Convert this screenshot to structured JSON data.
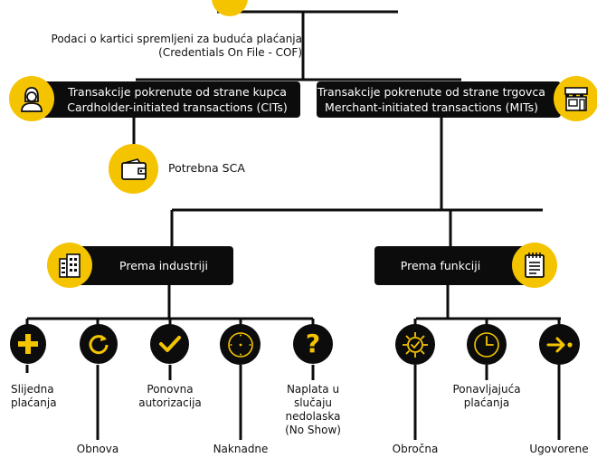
{
  "cof": {
    "line1": "Podaci o kartici spremljeni za buduća plaćanja",
    "line2": "(Credentials On File - COF)"
  },
  "cit": {
    "line1": "Transakcije pokrenute od strane kupca",
    "line2": "Cardholder-initiated transactions (CITs)",
    "icon": "cardholder-icon"
  },
  "mit": {
    "line1": "Transakcije pokrenute od strane trgovca",
    "line2": "Merchant-initiated transactions (MITs)",
    "icon": "store-icon"
  },
  "sca": {
    "label": "Potrebna SCA",
    "icon": "wallet-icon"
  },
  "industry": {
    "label": "Prema industriji",
    "icon": "building-icon"
  },
  "function": {
    "label": "Prema funkciji",
    "icon": "notepad-icon"
  },
  "industry_items": {
    "incremental": {
      "line1": "Slijedna",
      "line2": "plaćanja",
      "icon": "plus-icon"
    },
    "renewal": {
      "label": "Obnova",
      "icon": "refresh-icon"
    },
    "reauth": {
      "line1": "Ponovna",
      "line2": "autorizacija",
      "icon": "check-icon"
    },
    "delayed": {
      "label": "Naknadne",
      "icon": "clock-icon"
    },
    "noshow": {
      "line1": "Naplata u",
      "line2": "slučaju",
      "line3": "nedolaska",
      "line4": "(No Show)",
      "icon": "question-icon"
    }
  },
  "function_items": {
    "installment": {
      "label": "Obročna",
      "icon": "gear-check-icon"
    },
    "recurring": {
      "line1": "Ponavljajuća",
      "line2": "plaćanja",
      "icon": "clock-icon"
    },
    "agreed": {
      "label": "Ugovorene",
      "icon": "arrow-right-icon"
    }
  },
  "colors": {
    "accent": "#f5c400",
    "dark": "#0c0c0c"
  }
}
